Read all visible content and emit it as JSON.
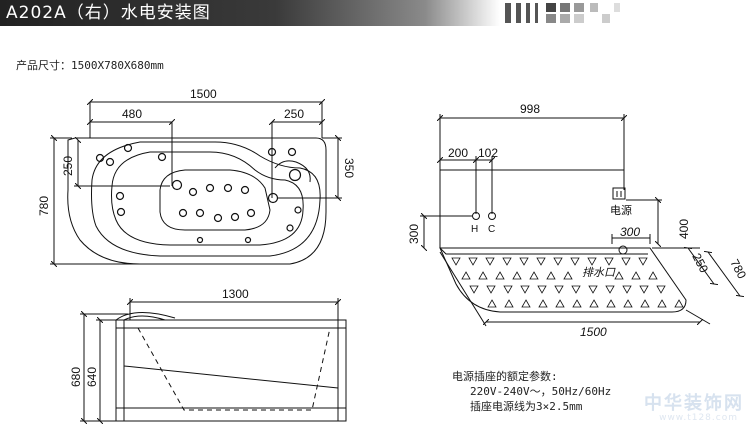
{
  "header": {
    "title": "A202A（右）水电安装图"
  },
  "product_size": "产品尺寸：1500X780X680mm",
  "top_view": {
    "dim_total_width": "1500",
    "dim_left_width": "480",
    "dim_right_width": "250",
    "dim_left_height": "250",
    "dim_right_height": "350",
    "dim_total_depth": "780"
  },
  "front_view": {
    "dim_inner_width": "1300",
    "dim_total_height": "680",
    "dim_inner_height": "640"
  },
  "install_view": {
    "dim_total_width": "998",
    "dim_pipe_200": "200",
    "dim_pipe_102": "102",
    "dim_pipe_height": "300",
    "dim_outlet_height": "400",
    "dim_drain": "300",
    "dim_side_250": "250",
    "dim_side_780": "780",
    "dim_length": "1500",
    "label_hot": "H",
    "label_cold": "C",
    "label_power": "电源",
    "label_drain": "排水口"
  },
  "specs": {
    "line1": "电源插座的额定参数:",
    "line2": "220V-240V～，50Hz/60Hz",
    "line3": "插座电源线为3×2.5mm"
  },
  "watermark": {
    "main": "中华装饰网",
    "url": "www.t128.com"
  }
}
